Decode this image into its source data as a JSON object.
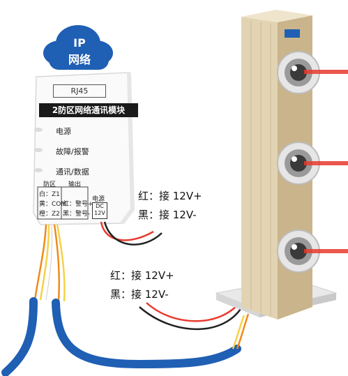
{
  "cloud": {
    "line1": "IP",
    "line2": "网络",
    "color": "#1f5fb4"
  },
  "module": {
    "port": "RJ45",
    "title": "2防区网络通讯模块",
    "leds": [
      "电源",
      "故障/报警",
      "通讯/数据"
    ],
    "terminal_header_left": "防区",
    "terminal_header_right": "输出",
    "terminal_rows": [
      "白：Z1",
      "黄：COM",
      "橙：Z2"
    ],
    "output_rows": [
      "红：警号+",
      "黑：警号-"
    ],
    "power_label": "电源",
    "power_box_line1": "DC",
    "power_box_line2": "12V"
  },
  "wiring_upper": {
    "red": "红：接 12V+",
    "black": "黑：接 12V-"
  },
  "wiring_lower": {
    "red": "红：接 12V+",
    "black": "黑：接 12V-"
  },
  "colors": {
    "cable_blue": "#1f5fb4",
    "beam_red": "#e83a2e",
    "tower": "#d8c7a3"
  }
}
